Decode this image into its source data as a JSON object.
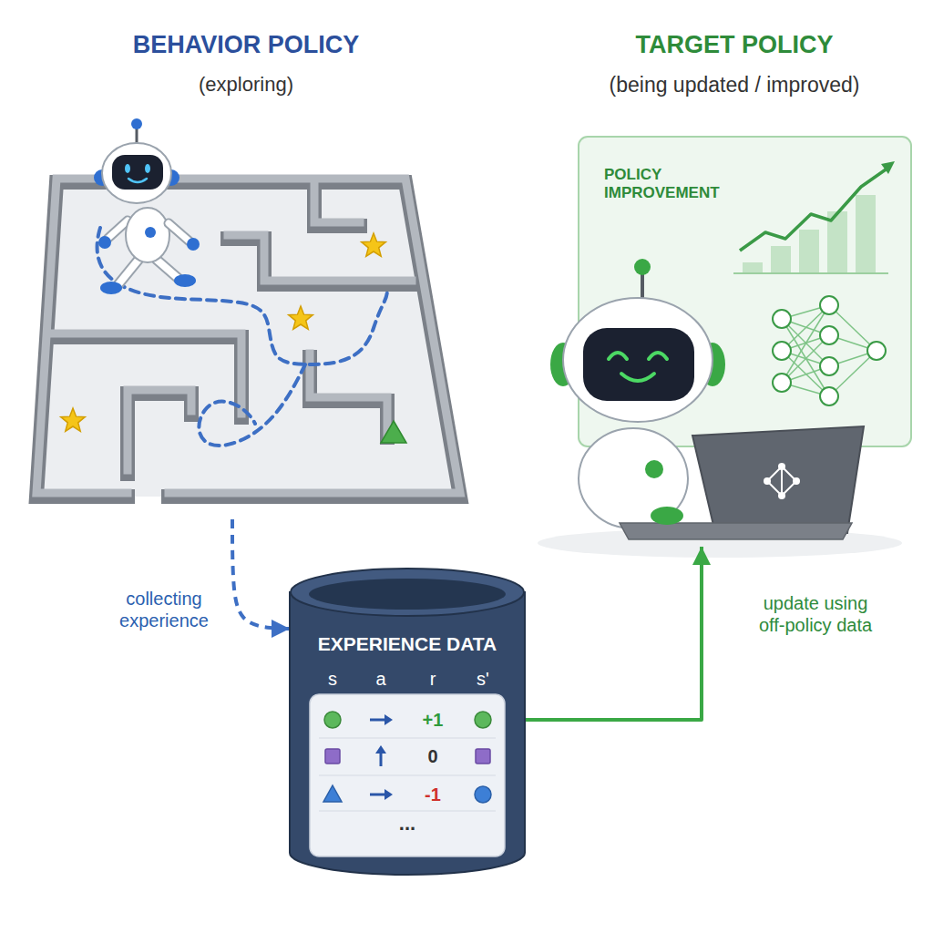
{
  "diagram": {
    "nodes": [
      {
        "text": [
          "BEHAVIOR POLICY",
          "(exploring)"
        ]
      },
      {
        "text": [
          "TARGET POLICY",
          "(being updated / improved)"
        ]
      },
      {
        "text": [
          "POLICY IMPROVEMENT"
        ],
        "in": 1
      },
      {
        "text": [
          "EXPERIENCE DATA"
        ]
      }
    ],
    "edges": [
      {
        "from": 0,
        "to": 3,
        "arrow": "to",
        "label": "collecting experience"
      },
      {
        "from": 3,
        "to": 1,
        "arrow": "to",
        "label": "update using off-policy data"
      }
    ],
    "labels": [
      "s",
      "a",
      "r",
      "s'",
      "+1",
      "0",
      "-1",
      "..."
    ]
  }
}
